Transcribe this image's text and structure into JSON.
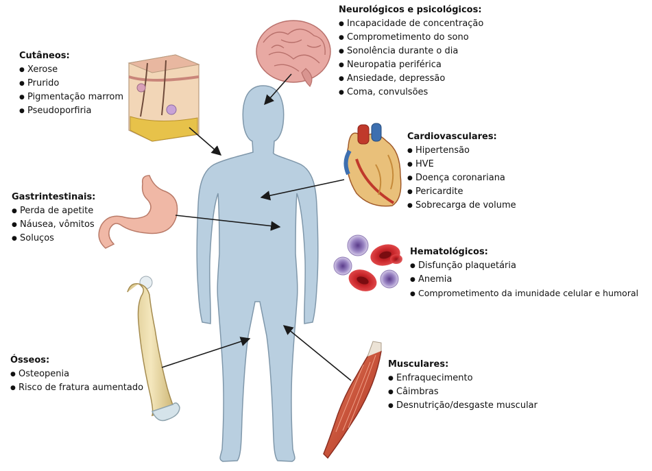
{
  "groups": {
    "neuro": {
      "title": "Neurológicos e psicológicos:",
      "items": [
        "Incapacidade de concentração",
        "Comprometimento do sono",
        "Sonolência durante o dia",
        "Neuropatia periférica",
        "Ansiedade, depressão",
        "Coma, convulsões"
      ]
    },
    "cutaneous": {
      "title": "Cutâneos:",
      "items": [
        "Xerose",
        "Prurido",
        "Pigmentação marrom",
        "Pseudoporfiria"
      ]
    },
    "cardio": {
      "title": "Cardiovasculares:",
      "items": [
        "Hipertensão",
        "HVE",
        "Doença coronariana",
        "Pericardite",
        "Sobrecarga de volume"
      ]
    },
    "gastro": {
      "title": "Gastrintestinais:",
      "items": [
        "Perda de apetite",
        "Náusea, vômitos",
        "Soluços"
      ]
    },
    "hemato": {
      "title": "Hematológicos:",
      "items": [
        "Disfunção plaquetária",
        "Anemia",
        "Comprometimento da imunidade celular e humoral"
      ]
    },
    "bone": {
      "title": "Ósseos:",
      "items": [
        "Osteopenia",
        "Risco de fratura aumentado"
      ]
    },
    "muscle": {
      "title": "Musculares:",
      "items": [
        "Enfraquecimento",
        "Câimbras",
        "Desnutrição/desgaste muscular"
      ]
    }
  },
  "colors": {
    "body_fill": "#b9cfe0",
    "body_stroke": "#7f97aa",
    "arrow": "#1a1a1a"
  }
}
